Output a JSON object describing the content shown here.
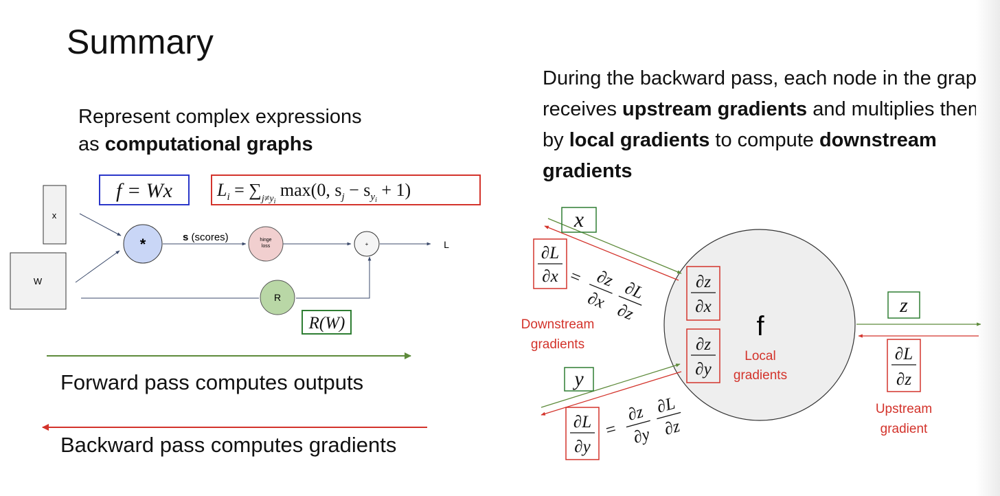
{
  "slide": {
    "title": "Summary",
    "intro": {
      "line1": "Represent complex expressions",
      "line2_pre": "as ",
      "line2_bold": "computational graphs"
    },
    "right_text": {
      "t1": "During the backward pass, each node in the graph receives ",
      "b1": "upstream gradients",
      "t2": " and multiplies them by ",
      "b2": "local gradients",
      "t3": " to compute ",
      "b3": "downstream gradients"
    },
    "forward_caption": "Forward pass computes outputs",
    "backward_caption": "Backward pass computes gradients"
  },
  "left_graph": {
    "x_label": "x",
    "w_label": "W",
    "mult_label": "*",
    "scores_bold": "s",
    "scores_rest": " (scores)",
    "hinge_line1": "hinge",
    "hinge_line2": "loss",
    "plus_label": "+",
    "output_label": "L",
    "r_label": "R",
    "formula_f": "f = Wx",
    "formula_li_lhs": "L",
    "formula_li_sub": "i",
    "formula_li_eq": " = ∑",
    "formula_li_sumsub": "j≠y",
    "formula_li_sumsubsub": "i",
    "formula_li_max": " max(0, s",
    "formula_li_j": "j",
    "formula_li_minus": " − s",
    "formula_li_y": "y",
    "formula_li_yi": "i",
    "formula_li_end": " + 1)",
    "formula_rw": "R(W)"
  },
  "right_graph": {
    "node_label": "f",
    "input_x": "x",
    "input_y": "y",
    "output_z": "z",
    "downstream_line1": "Downstream",
    "downstream_line2": "gradients",
    "local_line1": "Local",
    "local_line2": "gradients",
    "upstream_line1": "Upstream",
    "upstream_line2": "gradient",
    "d": "∂",
    "L": "L",
    "x": "x",
    "y": "y",
    "z": "z",
    "eq": "="
  },
  "colors": {
    "blue_box": "#2a36c9",
    "red": "#d3332b",
    "green": "#2e7d32",
    "green_arrow": "#5d8a3a",
    "mult_node": "#c9d6f6",
    "hinge_node": "#f1cfcf",
    "r_node": "#b9d7a6",
    "big_node": "#eeeeee"
  }
}
